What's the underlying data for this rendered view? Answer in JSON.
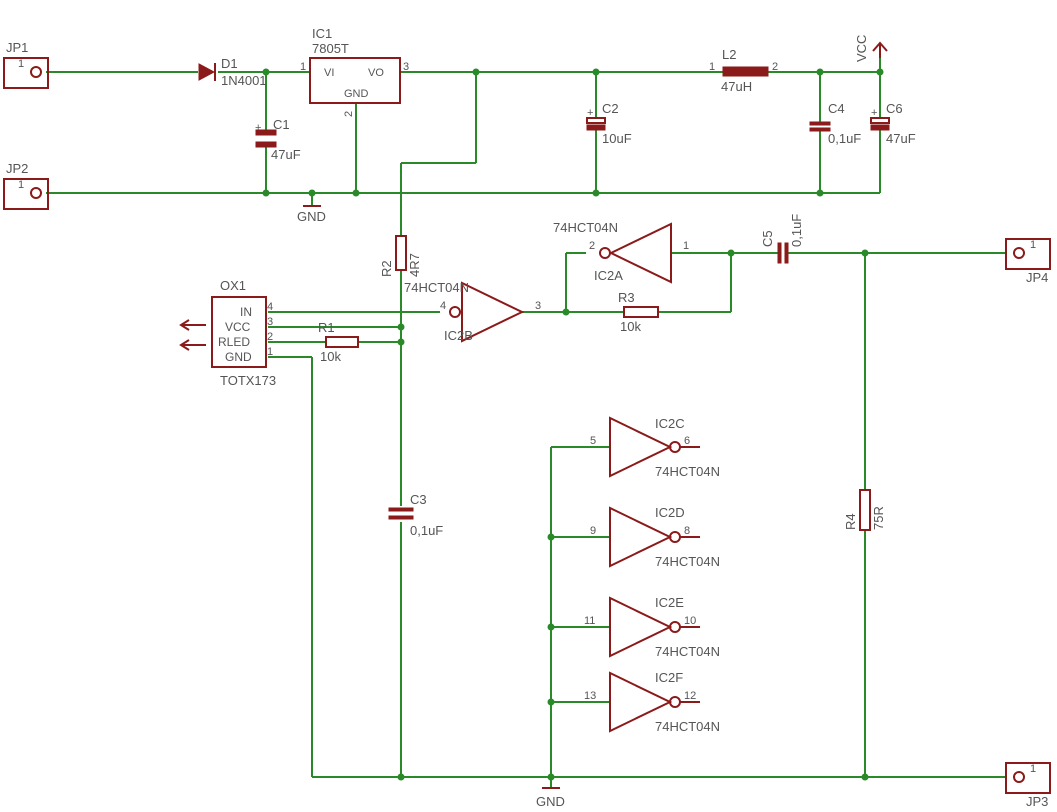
{
  "connectors": {
    "jp1": {
      "name": "JP1",
      "pin": "1"
    },
    "jp2": {
      "name": "JP2",
      "pin": "1"
    },
    "jp3": {
      "name": "JP3",
      "pin": "1"
    },
    "jp4": {
      "name": "JP4",
      "pin": "1"
    }
  },
  "d1": {
    "name": "D1",
    "value": "1N4001"
  },
  "ic1": {
    "name": "IC1",
    "value": "7805T",
    "vi": "VI",
    "vo": "VO",
    "gnd": "GND",
    "pin1": "1",
    "pin2": "2",
    "pin3": "3"
  },
  "c1": {
    "name": "C1",
    "value": "47uF",
    "plus": "+"
  },
  "c2": {
    "name": "C2",
    "value": "10uF",
    "plus": "+"
  },
  "c3": {
    "name": "C3",
    "value": "0,1uF"
  },
  "c4": {
    "name": "C4",
    "value": "0,1uF"
  },
  "c5": {
    "name": "C5",
    "value": "0,1uF"
  },
  "c6": {
    "name": "C6",
    "value": "47uF",
    "plus": "+"
  },
  "l2": {
    "name": "L2",
    "value": "47uH",
    "pin1": "1",
    "pin2": "2"
  },
  "vcc": {
    "label": "VCC"
  },
  "gnd": {
    "label": "GND"
  },
  "r1": {
    "name": "R1",
    "value": "10k"
  },
  "r2": {
    "name": "R2",
    "value": "4R7"
  },
  "r3": {
    "name": "R3",
    "value": "10k"
  },
  "r4": {
    "name": "R4",
    "value": "75R"
  },
  "ox1": {
    "name": "OX1",
    "value": "TOTX173",
    "pins": [
      "IN",
      "VCC",
      "RLED",
      "GND"
    ],
    "pin_numbers": [
      "4",
      "3",
      "2",
      "1"
    ]
  },
  "ic2a": {
    "name": "IC2A",
    "value": "74HCT04N",
    "in_pin": "2",
    "out_pin": "1"
  },
  "ic2b": {
    "name": "IC2B",
    "value": "74HCT04N",
    "in_pin": "4",
    "out_pin": "3"
  },
  "ic2c": {
    "name": "IC2C",
    "value": "74HCT04N",
    "in_pin": "5",
    "out_pin": "6"
  },
  "ic2d": {
    "name": "IC2D",
    "value": "74HCT04N",
    "in_pin": "9",
    "out_pin": "8"
  },
  "ic2e": {
    "name": "IC2E",
    "value": "74HCT04N",
    "in_pin": "11",
    "out_pin": "10"
  },
  "ic2f": {
    "name": "IC2F",
    "value": "74HCT04N",
    "in_pin": "13",
    "out_pin": "12"
  }
}
